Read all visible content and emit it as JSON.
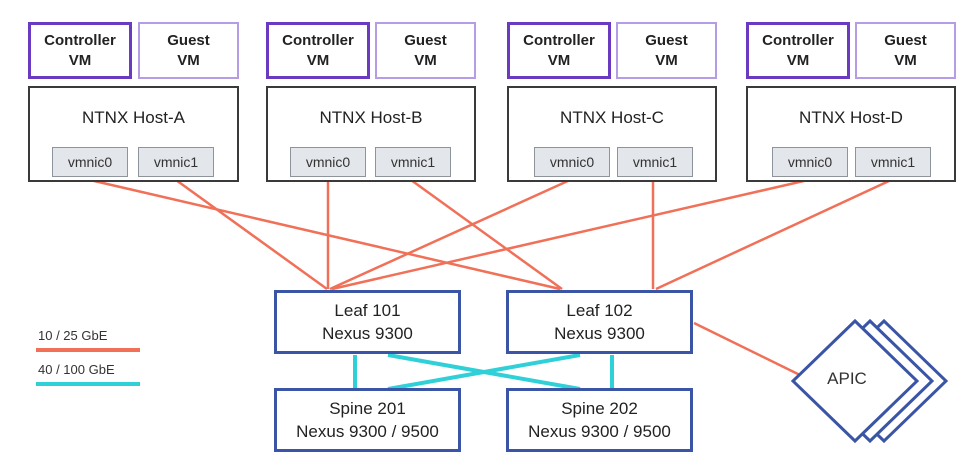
{
  "hosts": [
    {
      "controller": "Controller\nVM",
      "guest": "Guest\nVM",
      "name": "NTNX Host-A",
      "nic0": "vmnic0",
      "nic1": "vmnic1"
    },
    {
      "controller": "Controller\nVM",
      "guest": "Guest\nVM",
      "name": "NTNX Host-B",
      "nic0": "vmnic0",
      "nic1": "vmnic1"
    },
    {
      "controller": "Controller\nVM",
      "guest": "Guest\nVM",
      "name": "NTNX Host-C",
      "nic0": "vmnic0",
      "nic1": "vmnic1"
    },
    {
      "controller": "Controller\nVM",
      "guest": "Guest\nVM",
      "name": "NTNX Host-D",
      "nic0": "vmnic0",
      "nic1": "vmnic1"
    }
  ],
  "leafs": [
    {
      "name": "Leaf 101",
      "model": "Nexus 9300"
    },
    {
      "name": "Leaf 102",
      "model": "Nexus 9300"
    }
  ],
  "spines": [
    {
      "name": "Spine 201",
      "model": "Nexus 9300 / 9500"
    },
    {
      "name": "Spine 202",
      "model": "Nexus 9300 / 9500"
    }
  ],
  "apic": {
    "label": "APIC"
  },
  "legend": [
    {
      "label": "10 / 25 GbE",
      "color": "#f07058"
    },
    {
      "label": "40 / 100 GbE",
      "color": "#2fd0d8"
    }
  ]
}
